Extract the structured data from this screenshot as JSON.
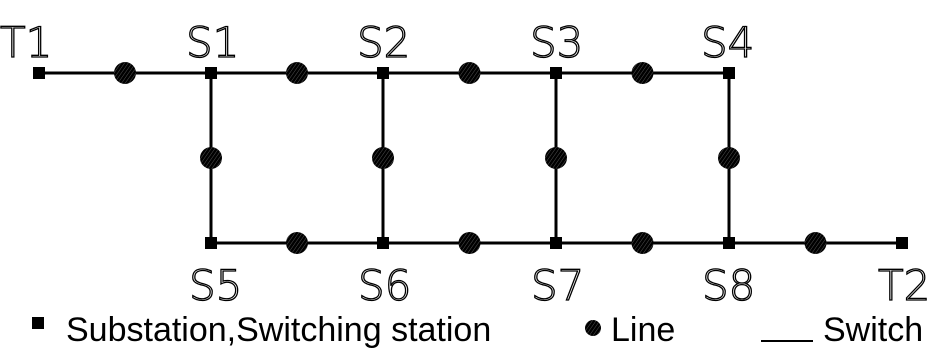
{
  "colors": {
    "line": "#000000",
    "node": "#000000",
    "background": "#ffffff"
  },
  "nodes": [
    {
      "id": "T1",
      "label": "T1"
    },
    {
      "id": "S1",
      "label": "S1"
    },
    {
      "id": "S2",
      "label": "S2"
    },
    {
      "id": "S3",
      "label": "S3"
    },
    {
      "id": "S4",
      "label": "S4"
    },
    {
      "id": "S5",
      "label": "S5"
    },
    {
      "id": "S6",
      "label": "S6"
    },
    {
      "id": "S7",
      "label": "S7"
    },
    {
      "id": "S8",
      "label": "S8"
    },
    {
      "id": "T2",
      "label": "T2"
    }
  ],
  "edges": [
    {
      "from": "T1",
      "to": "S1"
    },
    {
      "from": "S1",
      "to": "S2"
    },
    {
      "from": "S2",
      "to": "S3"
    },
    {
      "from": "S3",
      "to": "S4"
    },
    {
      "from": "S1",
      "to": "S5"
    },
    {
      "from": "S2",
      "to": "S6"
    },
    {
      "from": "S3",
      "to": "S7"
    },
    {
      "from": "S4",
      "to": "S8"
    },
    {
      "from": "S5",
      "to": "S6"
    },
    {
      "from": "S6",
      "to": "S7"
    },
    {
      "from": "S7",
      "to": "S8"
    },
    {
      "from": "S8",
      "to": "T2"
    }
  ],
  "legend": {
    "substation_label": "Substation,Switching station",
    "line_label": "Line",
    "switch_label": "Switch",
    "substation_icon": "filled-square-icon",
    "line_icon": "hatched-circle-icon",
    "switch_icon": "line-segment-icon"
  }
}
